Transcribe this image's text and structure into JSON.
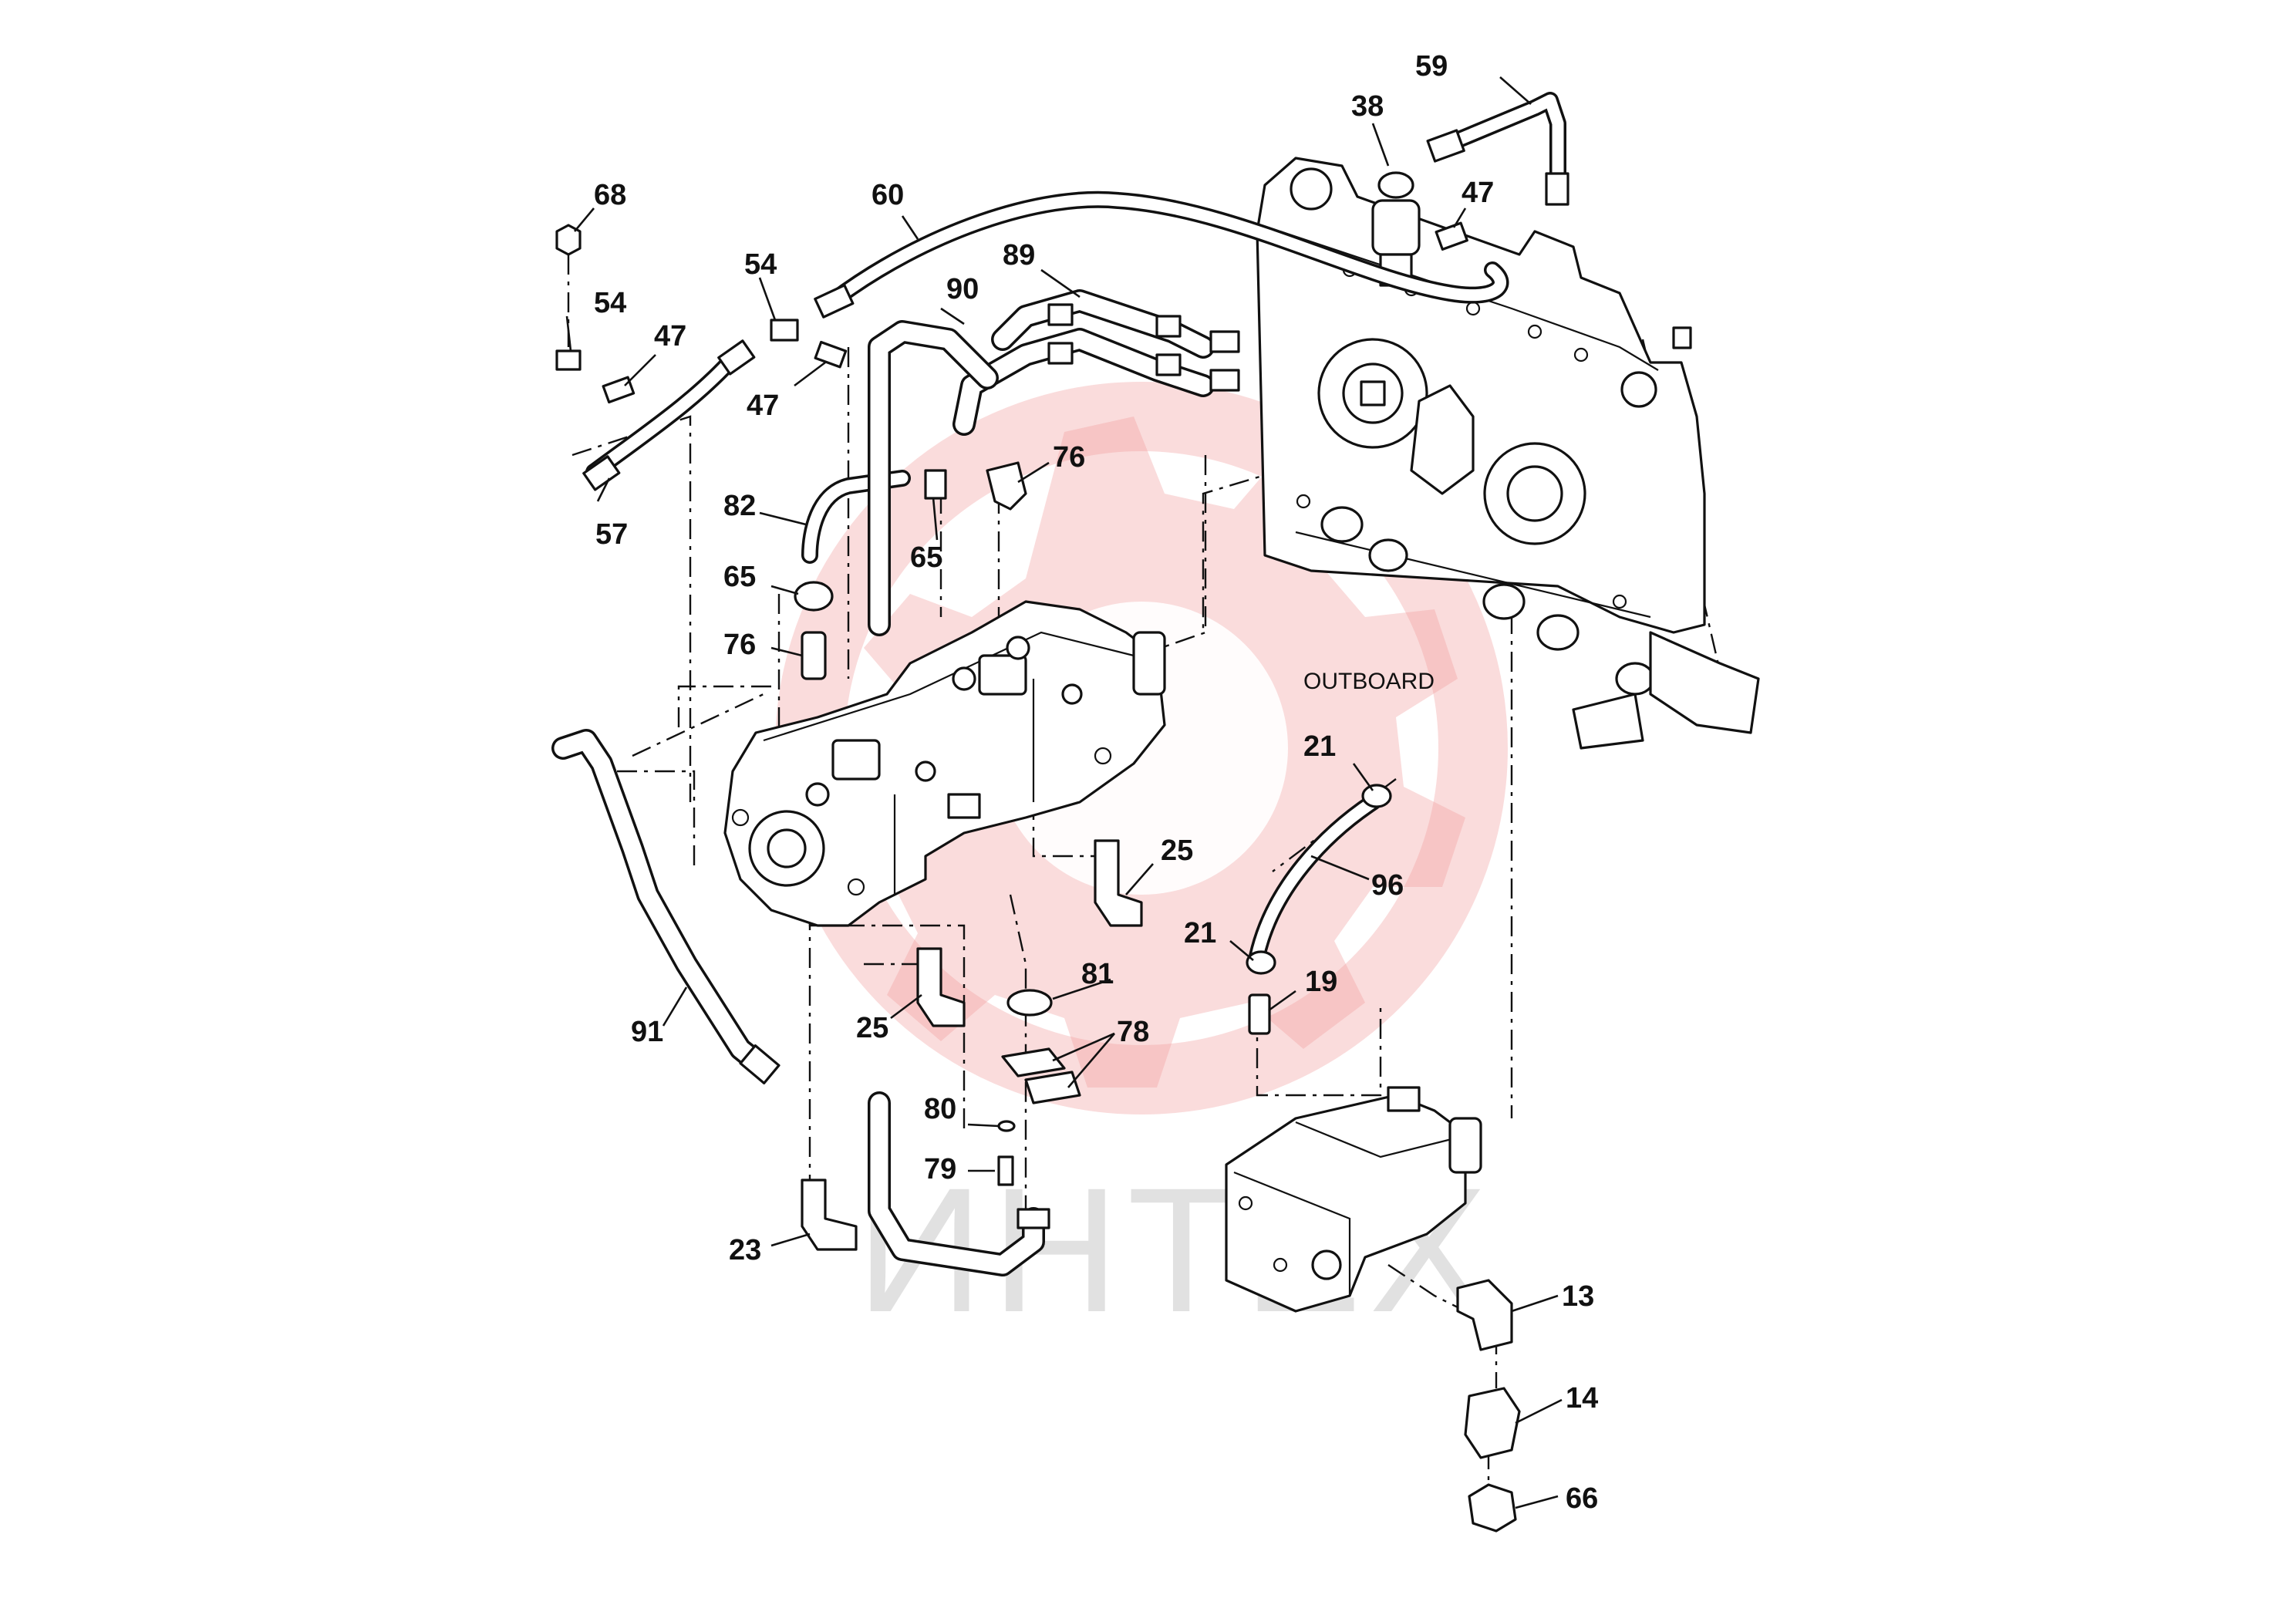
{
  "diagram": {
    "note_outboard": "OUTBOARD",
    "watermark_text": "ИНТЕХ",
    "watermark_color": "#f29a9a",
    "callouts": [
      {
        "id": "c59",
        "label": "59"
      },
      {
        "id": "c38",
        "label": "38"
      },
      {
        "id": "c47a",
        "label": "47"
      },
      {
        "id": "c68",
        "label": "68"
      },
      {
        "id": "c60",
        "label": "60"
      },
      {
        "id": "c54a",
        "label": "54"
      },
      {
        "id": "c54b",
        "label": "54"
      },
      {
        "id": "c47b",
        "label": "47"
      },
      {
        "id": "c47c",
        "label": "47"
      },
      {
        "id": "c89",
        "label": "89"
      },
      {
        "id": "c90",
        "label": "90"
      },
      {
        "id": "c57",
        "label": "57"
      },
      {
        "id": "c76a",
        "label": "76"
      },
      {
        "id": "c82",
        "label": "82"
      },
      {
        "id": "c65a",
        "label": "65"
      },
      {
        "id": "c65b",
        "label": "65"
      },
      {
        "id": "c76b",
        "label": "76"
      },
      {
        "id": "c21a",
        "label": "21"
      },
      {
        "id": "c96",
        "label": "96"
      },
      {
        "id": "c25a",
        "label": "25"
      },
      {
        "id": "c21b",
        "label": "21"
      },
      {
        "id": "c19",
        "label": "19"
      },
      {
        "id": "c81",
        "label": "81"
      },
      {
        "id": "c78",
        "label": "78"
      },
      {
        "id": "c91",
        "label": "91"
      },
      {
        "id": "c25b",
        "label": "25"
      },
      {
        "id": "c80",
        "label": "80"
      },
      {
        "id": "c79",
        "label": "79"
      },
      {
        "id": "c23",
        "label": "23"
      },
      {
        "id": "c13",
        "label": "13"
      },
      {
        "id": "c14",
        "label": "14"
      },
      {
        "id": "c66",
        "label": "66"
      }
    ]
  }
}
